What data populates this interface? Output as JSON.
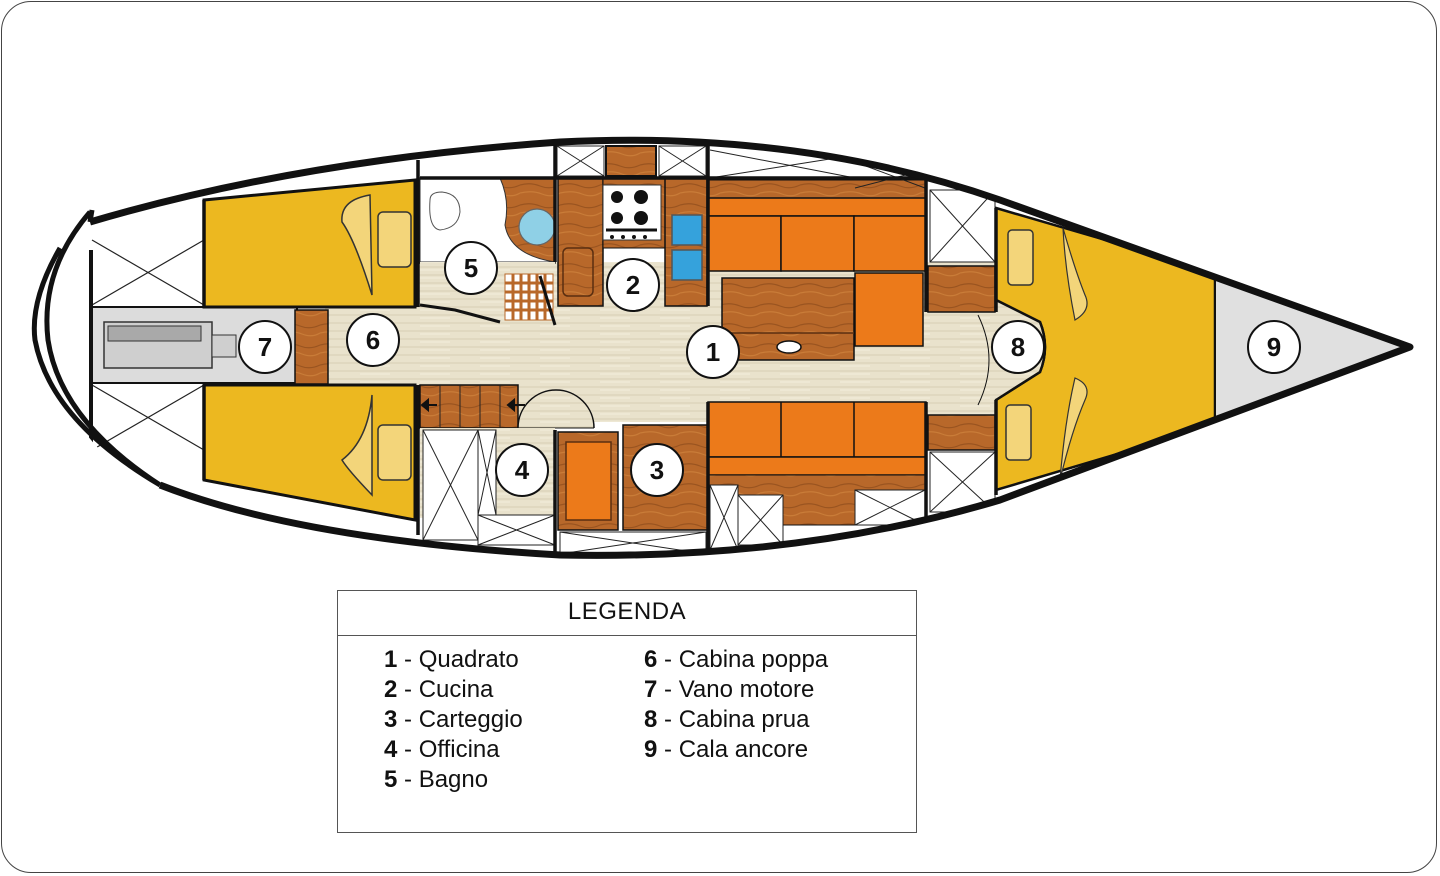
{
  "diagram": {
    "type": "sailboat-interior-layout",
    "colors": {
      "hull": "#111111",
      "berth": "#ecb820",
      "pillow": "#f3d57a",
      "wood": "#b8682a",
      "wood_dark": "#8e4a1a",
      "cushion": "#ec7a1a",
      "floor": "#e8e0c8",
      "engine": "#dcdcdc",
      "sink": "#35a2dc",
      "anchor_locker": "#e0e0e0"
    },
    "rooms": [
      {
        "id": "1",
        "label": "1"
      },
      {
        "id": "2",
        "label": "2"
      },
      {
        "id": "3",
        "label": "3"
      },
      {
        "id": "4",
        "label": "4"
      },
      {
        "id": "5",
        "label": "5"
      },
      {
        "id": "6",
        "label": "6"
      },
      {
        "id": "7",
        "label": "7"
      },
      {
        "id": "8",
        "label": "8"
      },
      {
        "id": "9",
        "label": "9"
      }
    ]
  },
  "legend": {
    "title": "LEGENDA",
    "left_column": [
      {
        "num": "1",
        "text": " - Quadrato"
      },
      {
        "num": "2",
        "text": " - Cucina"
      },
      {
        "num": "3",
        "text": " - Carteggio"
      },
      {
        "num": "4",
        "text": " - Officina"
      },
      {
        "num": "5",
        "text": " - Bagno"
      }
    ],
    "right_column": [
      {
        "num": "6",
        "text": " - Cabina poppa"
      },
      {
        "num": "7",
        "text": " - Vano motore"
      },
      {
        "num": "8",
        "text": " - Cabina prua"
      },
      {
        "num": "9",
        "text": " - Cala ancore"
      }
    ]
  }
}
